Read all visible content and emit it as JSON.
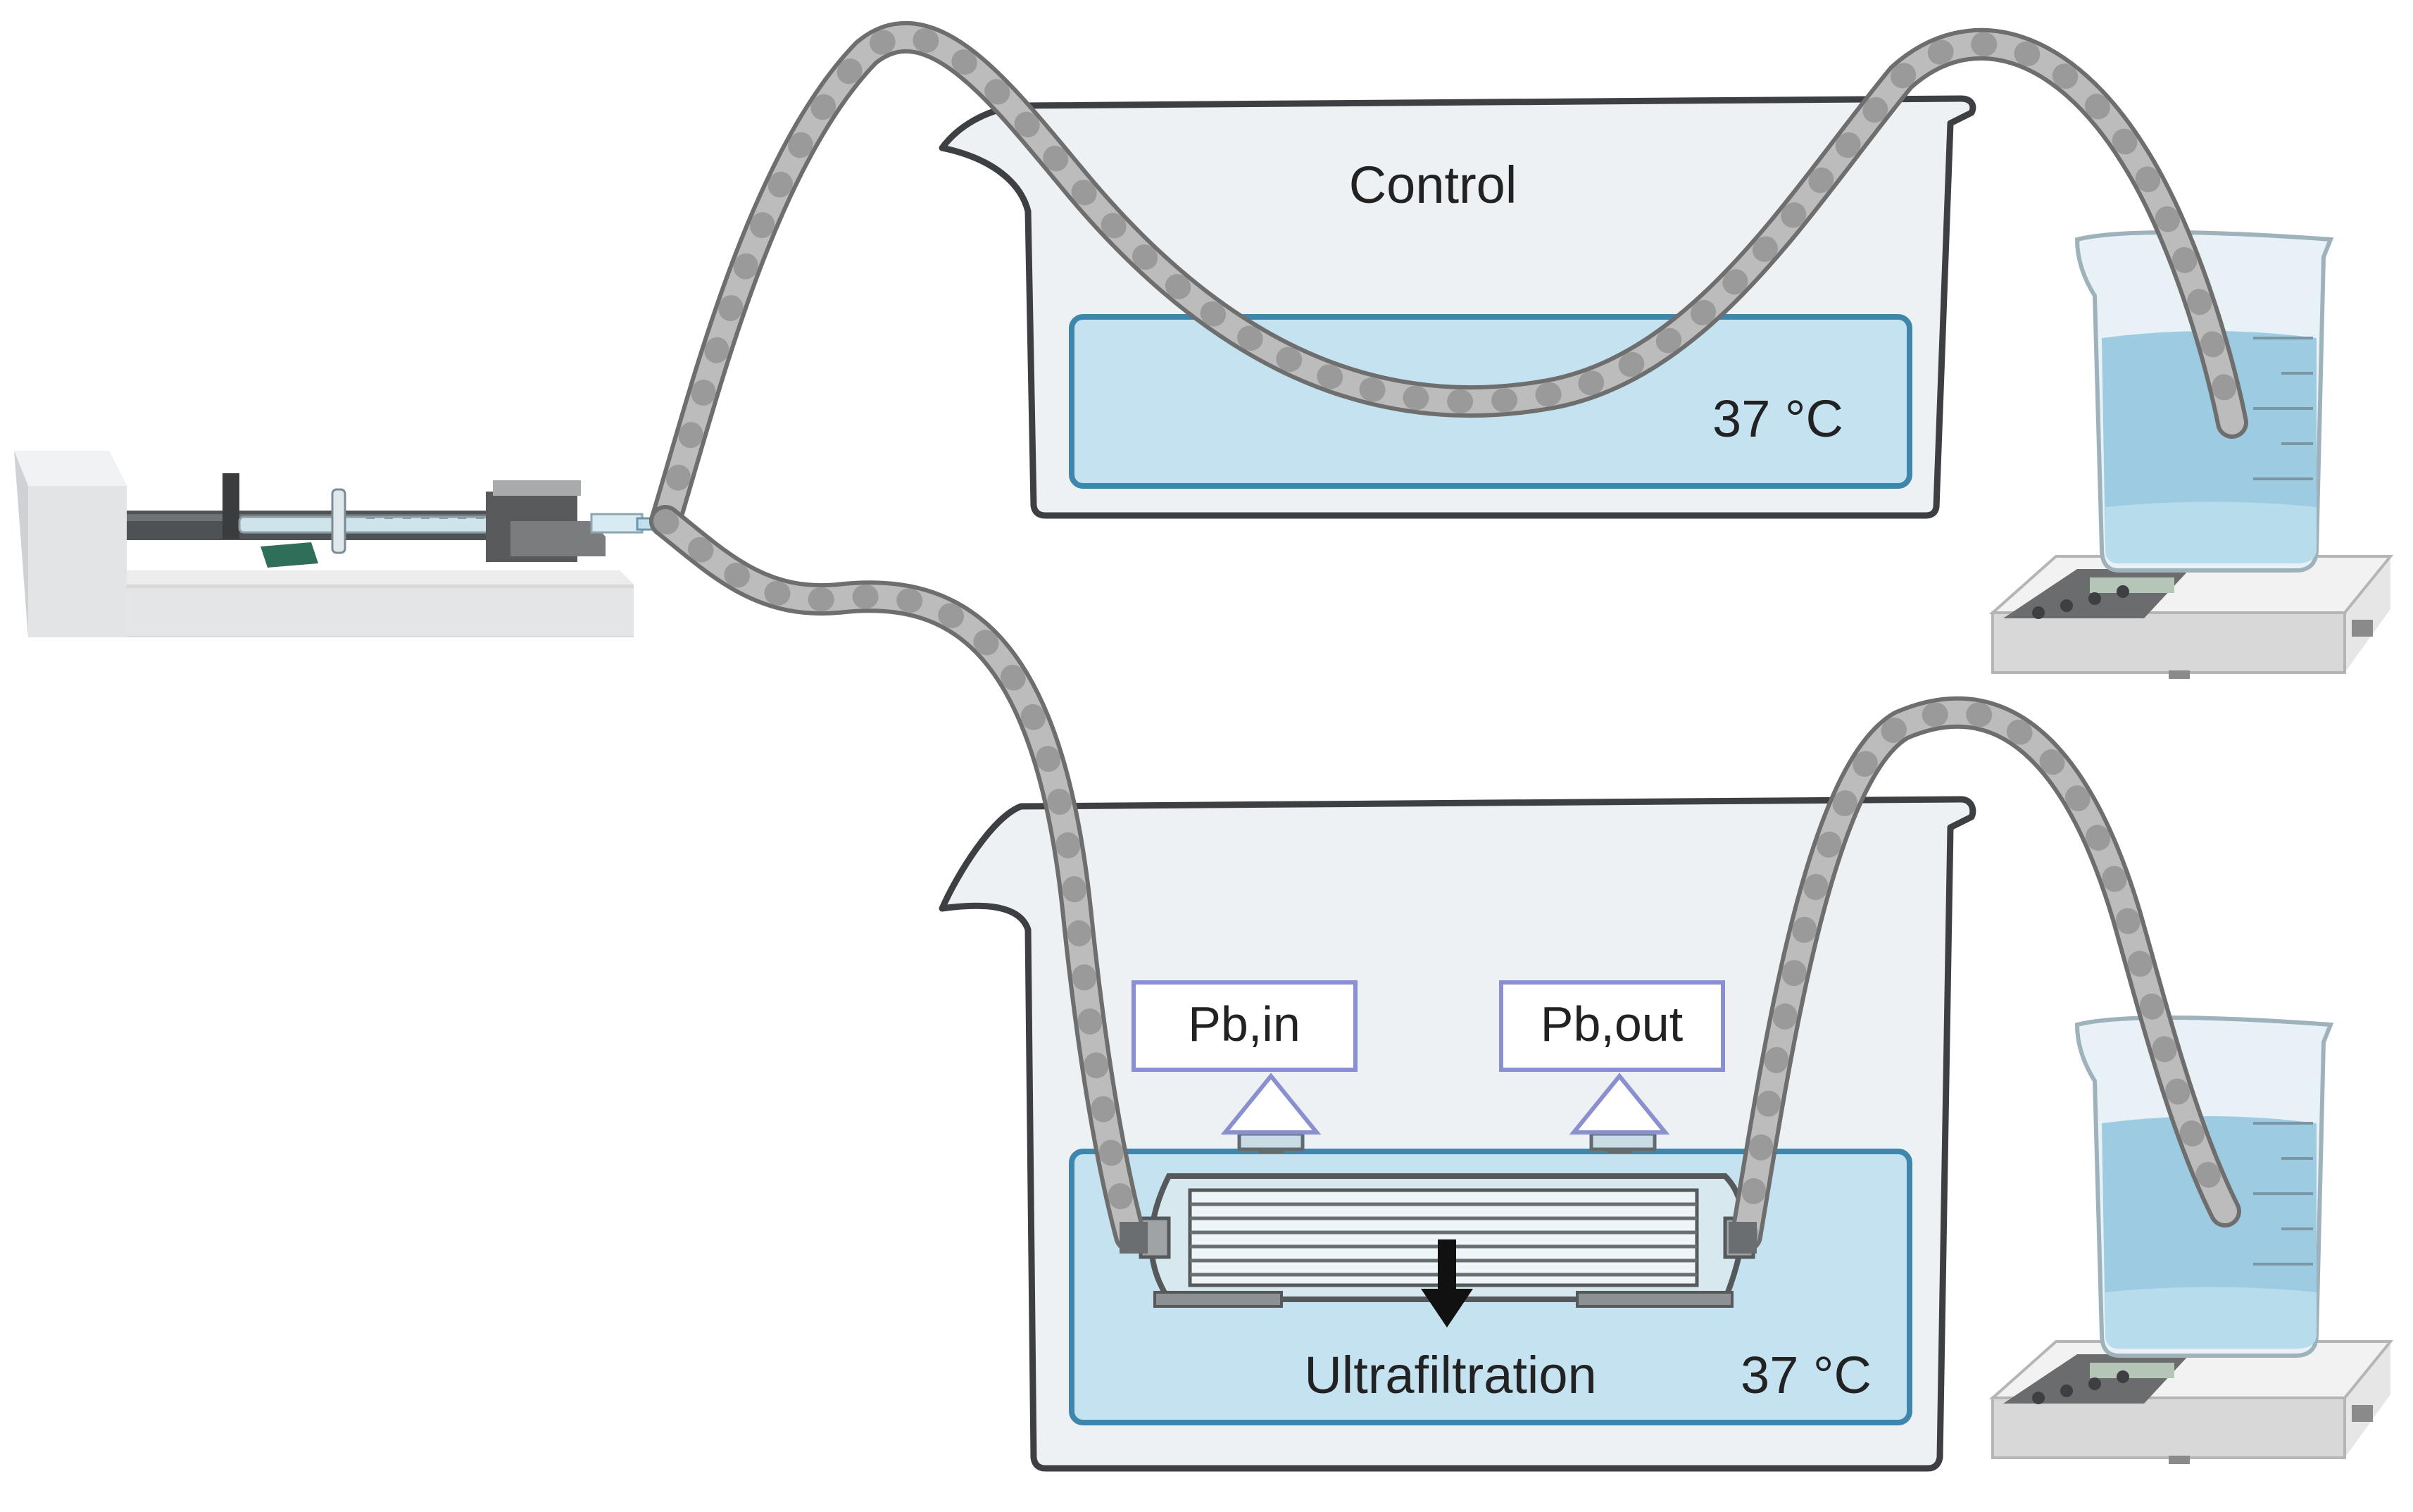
{
  "labels": {
    "control": "Control",
    "temp_control": "37 °C",
    "pb_in": "Pb,in",
    "pb_out": "Pb,out",
    "ultrafiltration": "Ultrafiltration",
    "temp_ultra": "37 °C"
  },
  "colors": {
    "water": "#c4e2f0",
    "water_border": "#3f86ad",
    "bath_body": "#eef1f3",
    "bath_border": "#3d3f43",
    "tube_fill": "#b9b9b9",
    "tube_edge": "#6e6e6e",
    "label_box_border": "#8a8fd0",
    "beaker_liquid": "#9ccbe2",
    "scale_body": "#dcdcdc",
    "pump_body": "#e6e6e6"
  },
  "icons": {
    "pump": "syringe-pump-icon",
    "scale": "lab-scale-icon",
    "beaker": "beaker-icon",
    "filter": "hollow-fiber-filter-icon",
    "arrow": "down-arrow-icon"
  }
}
